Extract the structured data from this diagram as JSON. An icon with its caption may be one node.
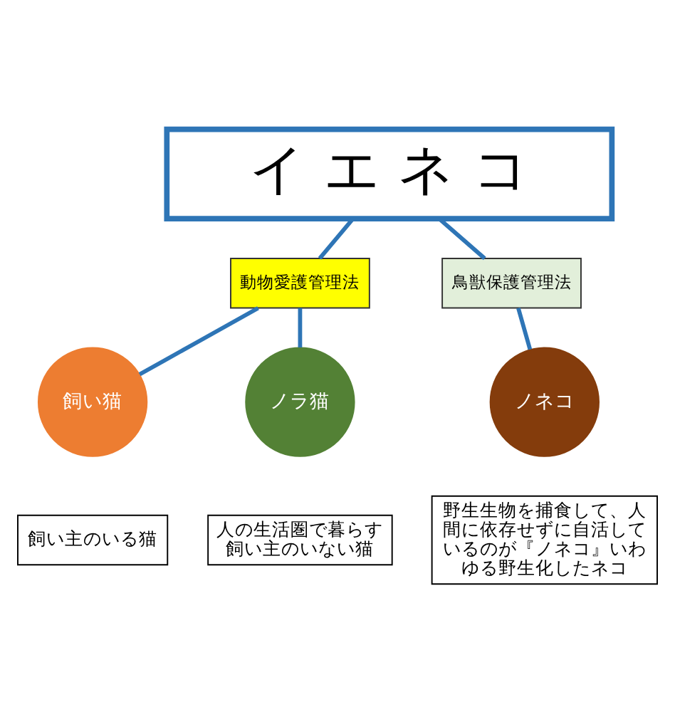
{
  "diagram": {
    "nodes": [
      {
        "text": [
          "イ エ ネ コ"
        ]
      },
      {
        "text": [
          "動物愛護管理法"
        ]
      },
      {
        "text": [
          "鳥獣保護管理法"
        ]
      },
      {
        "text": [
          "飼い猫"
        ]
      },
      {
        "text": [
          "ノラ猫"
        ]
      },
      {
        "text": [
          "ノネコ"
        ]
      },
      {
        "text": [
          "飼い主のいる猫"
        ]
      },
      {
        "text": [
          "人の生活圏で暮らす飼い主のいない猫"
        ]
      },
      {
        "text": [
          "野生生物を捕食して、人間に依存せずに自活しているのが『ノネコ』いわゆる野生化したネコ"
        ]
      }
    ],
    "edges": [
      {
        "from": 0,
        "to": 1,
        "arrow": "none"
      },
      {
        "from": 1,
        "to": 3,
        "arrow": "none"
      },
      {
        "from": 1,
        "to": 4,
        "arrow": "none"
      },
      {
        "from": 0,
        "to": 2,
        "arrow": "none"
      },
      {
        "from": 2,
        "to": 5,
        "arrow": "none"
      }
    ]
  }
}
